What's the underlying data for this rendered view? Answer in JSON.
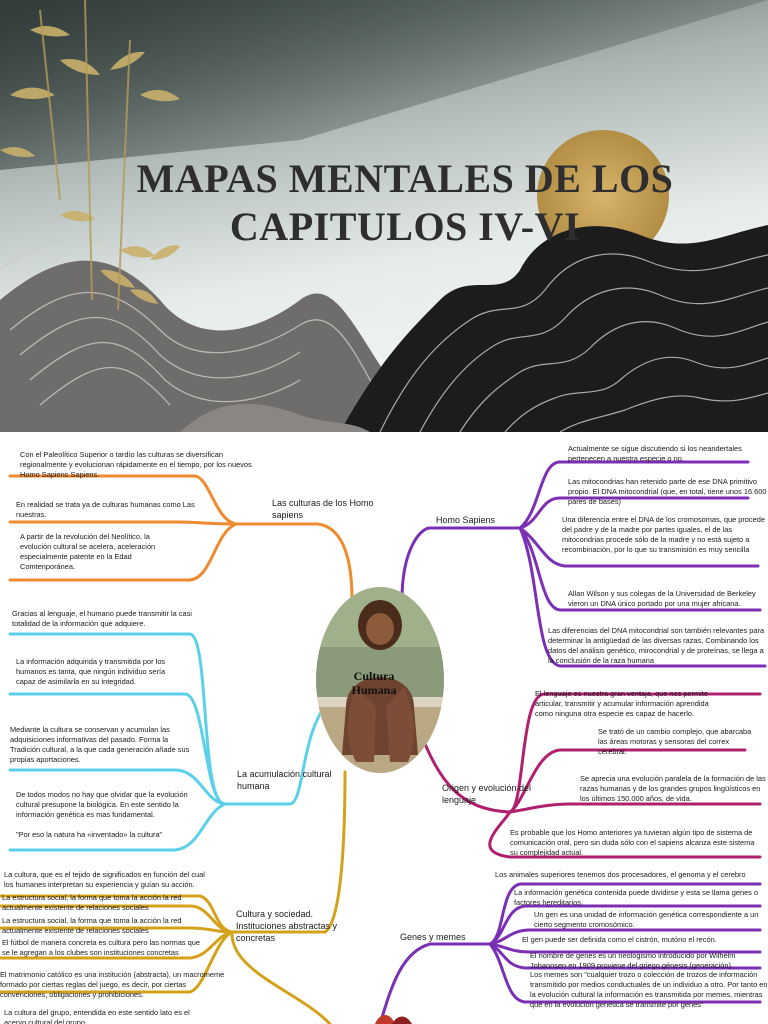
{
  "cover": {
    "title_line1": "MAPAS MENTALES DE LOS",
    "title_line2": "CAPITULOS IV-VI"
  },
  "center": {
    "label": "Cultura Humana"
  },
  "colors": {
    "orange": "#ef8a2e",
    "purple": "#7b2fb5",
    "cyan": "#5bd0ea",
    "gold": "#d4a21a",
    "magenta": "#b1206f"
  },
  "branches": {
    "culturas": {
      "label": "Las culturas de los Homo sapiens",
      "items": [
        "Con el Paleolítico Superior o tardío las culturas se diversifican regionalmente y evolucionan rápidamente en el tiempo, por los nuevos  Homo Sapiens Sapiens.",
        "En realidad se trata ya de culturas humanas como Las nuestras.",
        "A partir de la revolución del Neolítico, la evolución cultural se acelera, aceleración especialmente patente en la Edad Comtenporánea."
      ]
    },
    "acumulacion": {
      "label": "La acumulación cultural humana",
      "items": [
        "Gracias al lenguaje, el humano puede transmitir la casi totalidad de la información que adquiere.",
        "La información adquirida y transmitida por los humanos es tanta, que ningún individuo sería capaz de asimilarla en su integridad.",
        "Mediante la cultura se conservan y acumulan las adquisiciones informativas del pasado. Forma la Tradición cultural, a la que cada generación añade sus propias aportaciones.",
        "De todos modos no hay que olvidar que la evolución cultural presupone la biológica. En este sentido la información genética es mas fundamental.",
        "\"Por eso la natura ha «inventado» la cultura\""
      ]
    },
    "sociedad": {
      "label": "Cultura y sociedad. Instituciones abstractas y concretas",
      "items": [
        "La cultura, que es el tejido de significados en función del cual los humanes interpretan su experiencia y guían su acción.",
        "La estructura social, la forma que toma la acción la red actualmente existente de relaciones sociales",
        "La estructura social, la forma que toma la acción la red actualmente existente de relaciones sociales",
        "El fútbol de manera concreta es cultura pero las normas que se le agregan a los clubes son instituciones concretas",
        "El matrimonio católico es una institución (abstracta), un macromeme formado por ciertas reglas del juego, es decir, por ciertas convenciones, obligaciones y prohibiciones.",
        "La cultura del grupo, entendida en este sentido lato es el acervo cultural del grupo."
      ]
    },
    "homo_sapiens": {
      "label": "Homo Sapiens",
      "items": [
        "Actualmente se sigue discutiendo si los neandertales pertenecen a nuestra especie o no.",
        "Las mitocondrias   han retenido parte de ese DNA primitivo propio. El DNA mitocondrial (que, en total, tiene unos 16.600 pares de bases)",
        "Una diferencia entre el DNA de los cromosomas, que procede del padre y de la madre por partes iguales, el de las mitocondrias procede sólo de la madre y no está sujeto a recombinación, por lo que su transmisión es muy sencilla",
        "Allan Wilson y sus colegas de la Universidad de Berkeley vieron un DNA único portado por una mujer africana.",
        "Las diferencias del DNA mitocondrial son también relevantes para determinar la antigüedad de las diversas razas. Combinando los datos del análisis genético, mirocondrial y de proteínas, se llega a la conclusión de la raza humana"
      ]
    },
    "lenguaje": {
      "label": "Origen y evolución del lenguaje",
      "items": [
        "El lenguaje es nuestra gran ventaja, que nos permite articular, transmitir y acumular información aprendida como ninguna otra especie es capaz de hacerlo.",
        "Se trató de un cambio complejo, que abarcaba las áreas motoras y sensoras del correx cerebral.",
        "Se aprecia una evolución paralela de la formación de las razas humanas y de los grandes grupos lingüísticos en los últimos 150.000 años, de vida.",
        "Es probable que los Homo anteriores ya tuvieran algún tipo de sistema de comunicación oral, pero sin duda sólo con el sapiens alcanza este sistema su complejidad actual."
      ]
    },
    "genes": {
      "label": "Genes y memes",
      "items": [
        "Los animales superiores tenemos dos procesadores, el genoma y el cerebro",
        "La información genética contenida puede dividirse y esta se llama genes o factores hereditarios.",
        "Un gen es una unidad de información genética correspondiente a un cierto segmento cromosómico.",
        "El gen puede ser definida como el cistrón, mutóno el recón.",
        "El nombre de genes es un neologismo introducido por Wilhelm Johannsen en 1909 proviene del griego génesis (generación).",
        "Los memes son \"cualquier trozo o colección de trozos de información transmitido por medios conductuales de un individuo a otro. Por tanto en la evolución cultural la información es transmitida por memes, mientras que en la evolución genética se transmite por genes\""
      ]
    }
  }
}
